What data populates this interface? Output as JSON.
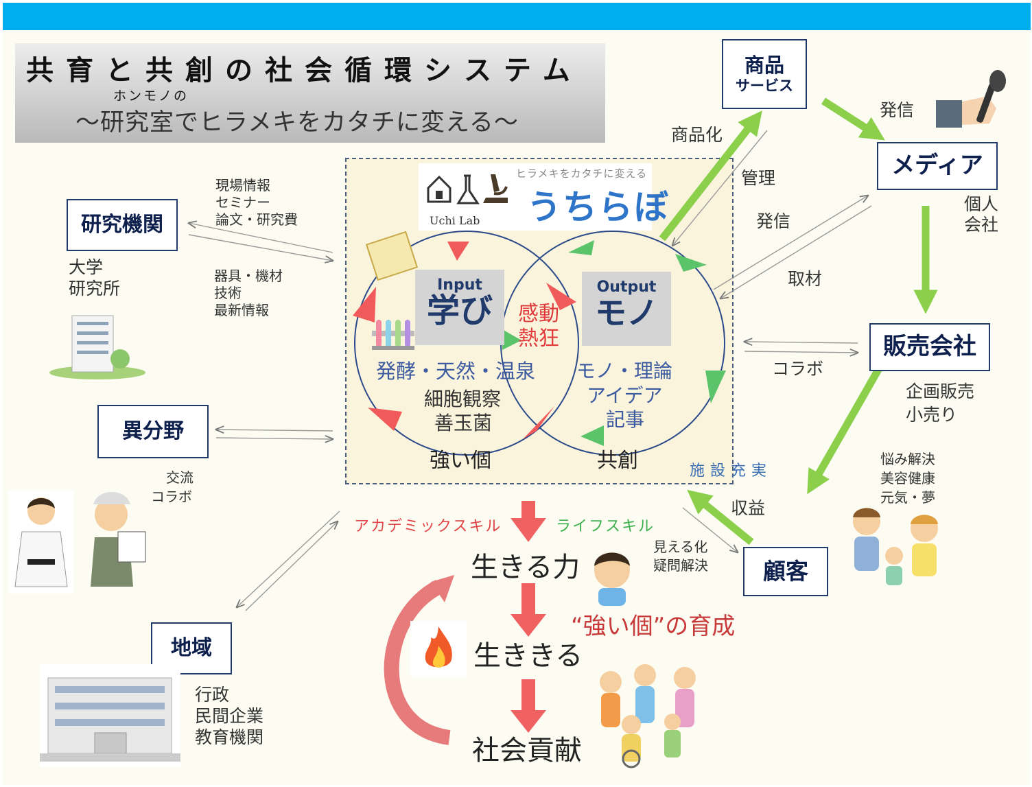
{
  "title": {
    "main": "共育と共創の社会循環システム",
    "ruby": "ホンモノの",
    "subtitle": "～研究室でヒラメキをカタチに変える～"
  },
  "logo": {
    "tagline": "ヒラメキをカタチに変える",
    "name": "うちらぼ",
    "sub": "Uchi Lab"
  },
  "venn": {
    "input_label": "Input",
    "input_title": "学び",
    "output_label": "Output",
    "output_title": "モノ",
    "center": [
      "感動",
      "熱狂"
    ],
    "left_items": [
      "発酵・天然・温泉",
      "細胞観察",
      "善玉菌"
    ],
    "right_items": [
      "モノ・理論",
      "アイデア",
      "記事"
    ],
    "left_caption": "強い個",
    "right_caption": "共創",
    "facility": "施設充実"
  },
  "nodes": {
    "research": {
      "label": "研究機関",
      "sub": [
        "大学",
        "研究所"
      ]
    },
    "other_field": {
      "label": "異分野",
      "sub": [
        "交流",
        "コラボ"
      ]
    },
    "region": {
      "label": "地域",
      "sub": [
        "行政",
        "民間企業",
        "教育機関"
      ]
    },
    "product": {
      "label": [
        "商品",
        "サービス"
      ]
    },
    "media": {
      "label": "メディア",
      "sub": [
        "個人",
        "会社"
      ]
    },
    "sales": {
      "label": "販売会社",
      "sub": [
        "企画販売",
        "小売り"
      ]
    },
    "customer": {
      "label": "顧客",
      "sub": [
        "悩み解決",
        "美容健康",
        "元気・夢"
      ]
    }
  },
  "edges": {
    "research_info": [
      "現場情報",
      "セミナー",
      "論文・研究費"
    ],
    "research_tools": [
      "器具・機材",
      "技術",
      "最新情報"
    ],
    "productize": "商品化",
    "manage": "管理",
    "broadcast_product": "発信",
    "broadcast_media": "発信",
    "interview": "取材",
    "collab": "コラボ",
    "revenue": "収益",
    "visualize": [
      "見える化",
      "疑問解決"
    ]
  },
  "flow": {
    "academic": "アカデミックスキル",
    "life": "ライフスキル",
    "power": "生きる力",
    "live": "生ききる",
    "contribute": "社会貢献",
    "nurture": "“強い個”の育成"
  },
  "colors": {
    "topbar": "#00aeef",
    "navy": "#1f3a6b",
    "green": "#8bcf4a",
    "red": "#f06262"
  }
}
